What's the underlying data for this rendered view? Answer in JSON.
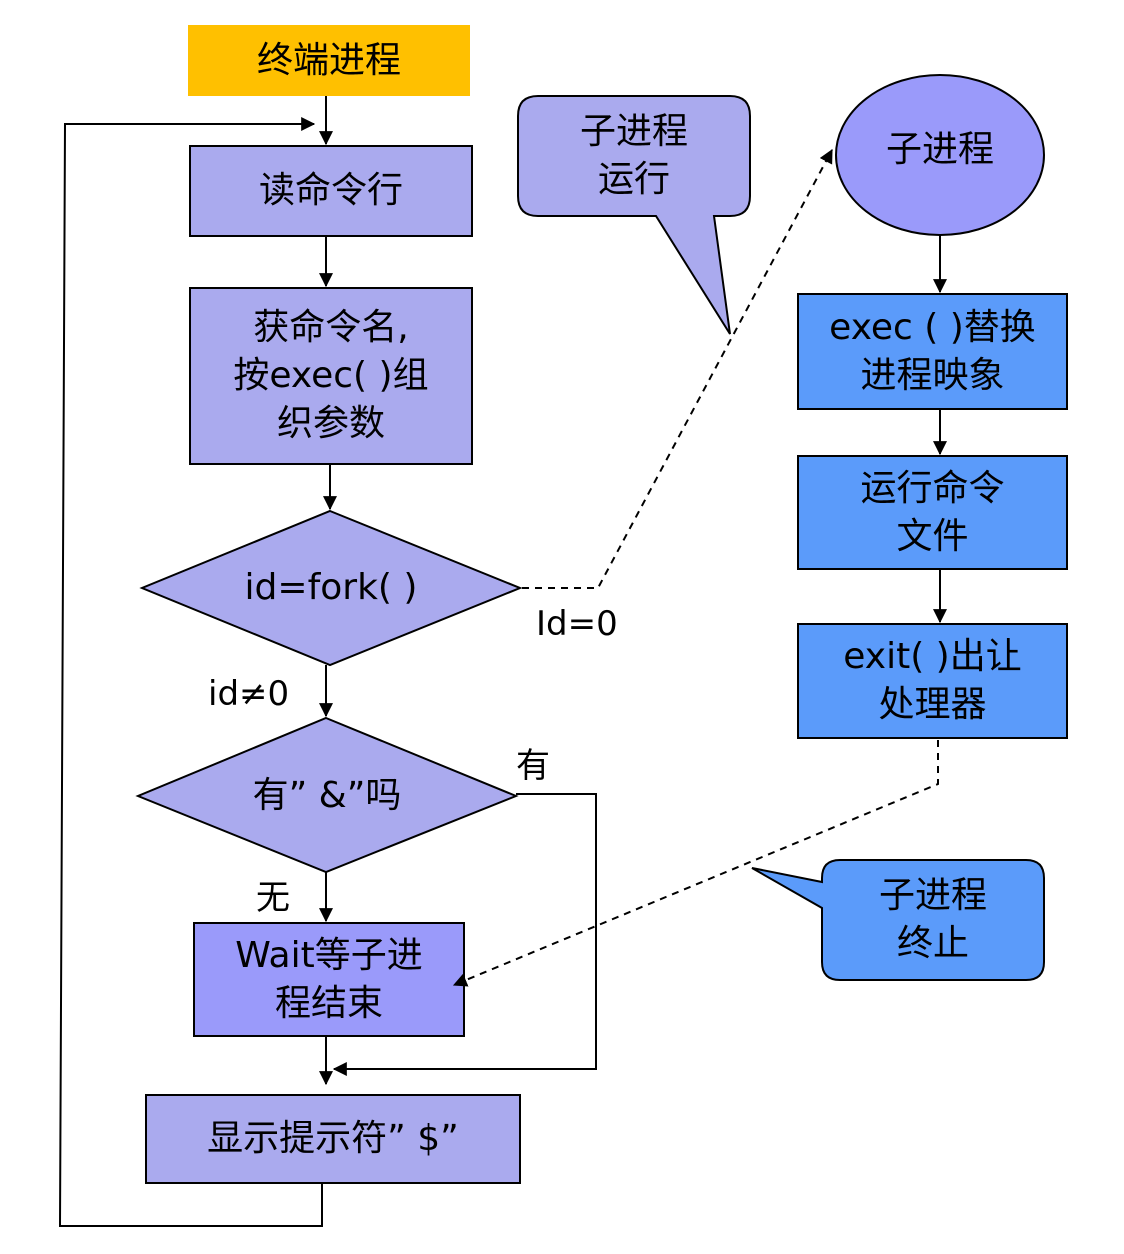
{
  "colors": {
    "start_fill": "#FFC000",
    "process_fill": "#AAAAEE",
    "wait_fill": "#9A9AFA",
    "child_fill": "#5B9BFA",
    "ellipse_fill": "#9A9AFA",
    "callout_light_fill": "#AAAAEE",
    "callout_blue_fill": "#5B9BFA",
    "stroke": "#000000"
  },
  "nodes": {
    "start": "终端进程",
    "read_cmd": "读命令行",
    "get_name": [
      "获命令名,",
      "按exec( )组",
      "织参数"
    ],
    "fork": "id=fork( )",
    "has_amp": "有” &”吗",
    "wait": [
      "Wait等子进",
      "程结束"
    ],
    "show_prompt": "显示提示符”  $”",
    "child": "子进程",
    "exec": [
      "exec ( )替换",
      "进程映象"
    ],
    "run_file": [
      "运行命令",
      "文件"
    ],
    "exit": [
      "exit( )出让",
      "处理器"
    ]
  },
  "edge_labels": {
    "id_zero": "Id=0",
    "id_nonzero": "id≠0",
    "yes": "有",
    "no": "无"
  },
  "callouts": {
    "child_run": [
      "子进程",
      "运行"
    ],
    "child_end": [
      "子进程",
      "终止"
    ]
  }
}
